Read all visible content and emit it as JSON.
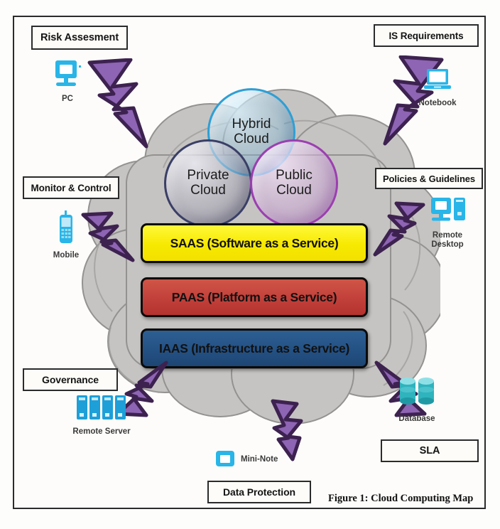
{
  "figure": {
    "caption": "Figure 1: Cloud Computing Map"
  },
  "labels": [
    {
      "id": "risk-assesment",
      "text": "Risk Assesment"
    },
    {
      "id": "is-requirements",
      "text": "IS Requirements"
    },
    {
      "id": "monitor-control",
      "text": "Monitor & Control"
    },
    {
      "id": "policies-guidelines",
      "text": "Policies & Guidelines"
    },
    {
      "id": "governance",
      "text": "Governance"
    },
    {
      "id": "sla",
      "text": "SLA"
    },
    {
      "id": "data-protection",
      "text": "Data Protection"
    }
  ],
  "devices": [
    {
      "id": "pc",
      "caption": "PC",
      "icon": "desktop-monitor-icon"
    },
    {
      "id": "notebook",
      "caption": "Notebook",
      "icon": "laptop-icon"
    },
    {
      "id": "mobile",
      "caption": "Mobile",
      "icon": "mobile-phone-icon"
    },
    {
      "id": "remote-desktop",
      "caption": "Remote Desktop",
      "icon": "remote-desktop-icon"
    },
    {
      "id": "remote-server",
      "caption": "Remote Server",
      "icon": "server-rack-icon"
    },
    {
      "id": "database",
      "caption": "Database",
      "icon": "database-cylinder-icon"
    },
    {
      "id": "mini-note",
      "caption": "Mini-Note",
      "icon": "mini-note-icon"
    }
  ],
  "cloud": {
    "fill": "#c6c4c2",
    "stroke": "#8f8d8b",
    "venn": [
      {
        "id": "hybrid",
        "line1": "Hybrid",
        "line2": "Cloud",
        "color": "#2e9fd4"
      },
      {
        "id": "private",
        "line1": "Private",
        "line2": "Cloud",
        "color": "#3a3f66"
      },
      {
        "id": "public",
        "line1": "Public",
        "line2": "Cloud",
        "color": "#9b3fb0"
      }
    ]
  },
  "service_layers": [
    {
      "id": "saas",
      "text": "SAAS (Software as a Service)",
      "color": "#f7e900"
    },
    {
      "id": "paas",
      "text": "PAAS (Platform as a Service)",
      "color": "#c2403a"
    },
    {
      "id": "iaas",
      "text": "IAAS (Infrastructure as a Service)",
      "color": "#245184"
    }
  ],
  "bolt": {
    "fill": "#8e64b4",
    "stroke": "#3d2250"
  },
  "icon_colors": {
    "cyan": "#29b5e8",
    "teal": "#3bbcc4",
    "server": "#1e9fd8"
  }
}
